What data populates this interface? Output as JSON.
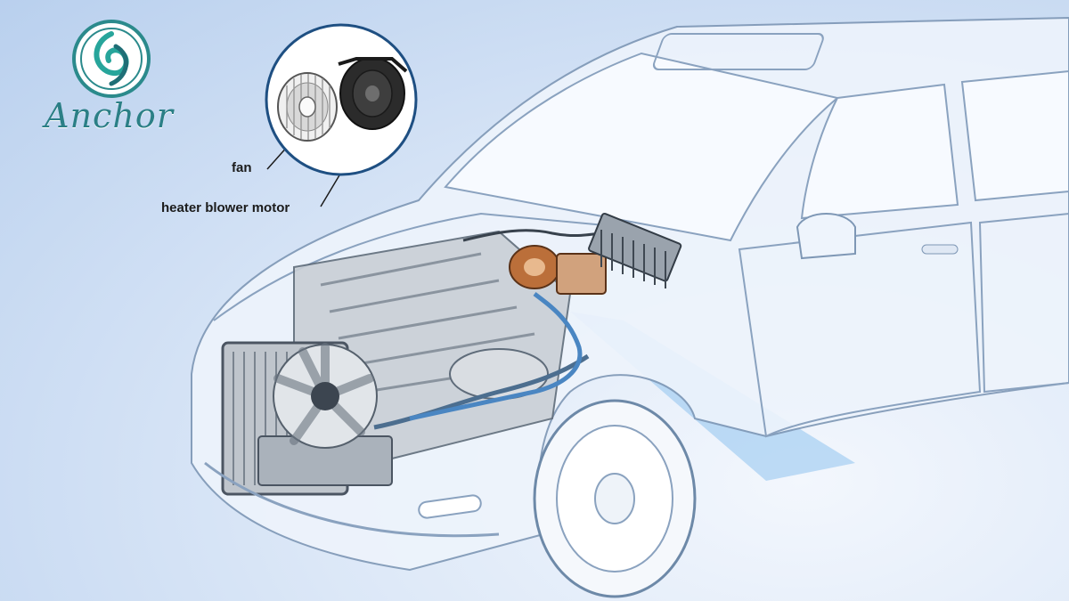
{
  "brand": {
    "name": "Anchor",
    "color": "#2b8a8c"
  },
  "callout": {
    "fan_label": "fan",
    "motor_label": "heater blower motor"
  },
  "colors": {
    "background": "#c9daf2",
    "car_outline": "#6d89a8",
    "highlight_beam": "#8fc2ee",
    "callout_ring": "#1e4f82",
    "motor_housing": "#bb6f3a"
  },
  "icons": [
    "anchor-logo-icon",
    "fan-icon",
    "blower-motor-icon"
  ]
}
